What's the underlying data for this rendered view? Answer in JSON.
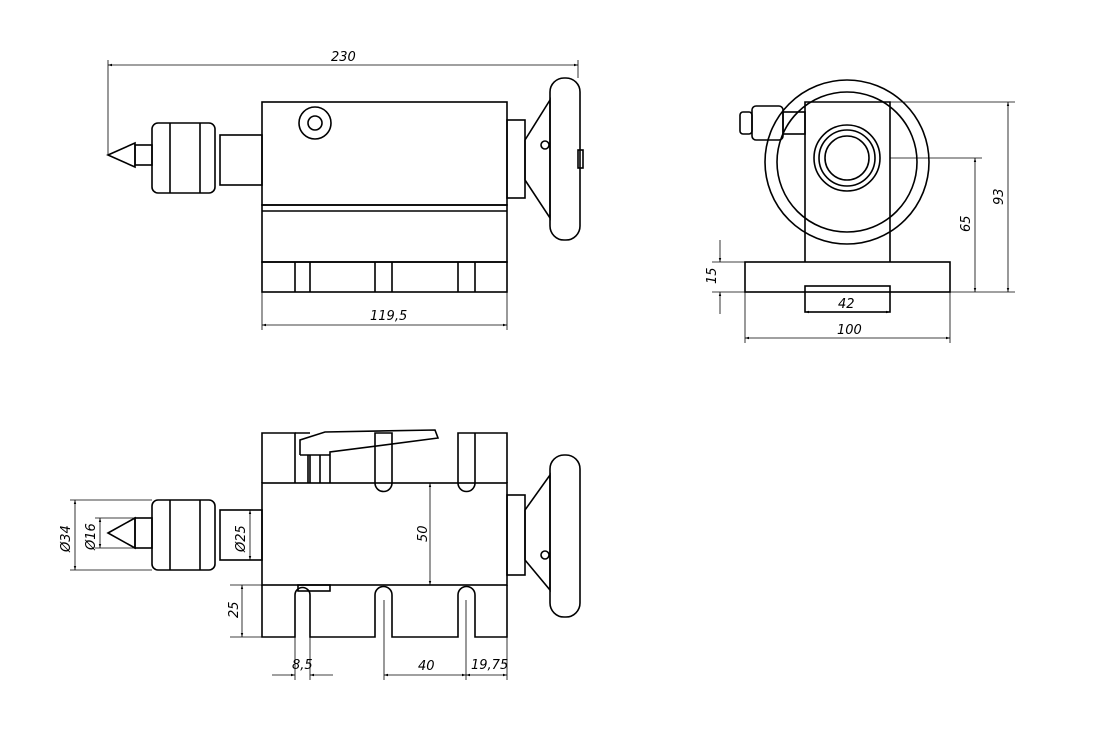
{
  "title": "Tailstock technical drawing",
  "views": {
    "front": {
      "overall_length": "230",
      "body_length": "119,5"
    },
    "side": {
      "total_height": "93",
      "center_height": "65",
      "base_height": "15",
      "slot_width": "42",
      "base_width": "100"
    },
    "top": {
      "chuck_diameter": "Ø34",
      "center_diameter": "Ø16",
      "quill_diameter": "Ø25",
      "body_width": "50",
      "base_depth": "25",
      "slot_offset": "8,5",
      "slot_spacing": "40",
      "end_offset": "19,75"
    }
  },
  "colors": {
    "line": "#000000",
    "background": "#ffffff"
  }
}
